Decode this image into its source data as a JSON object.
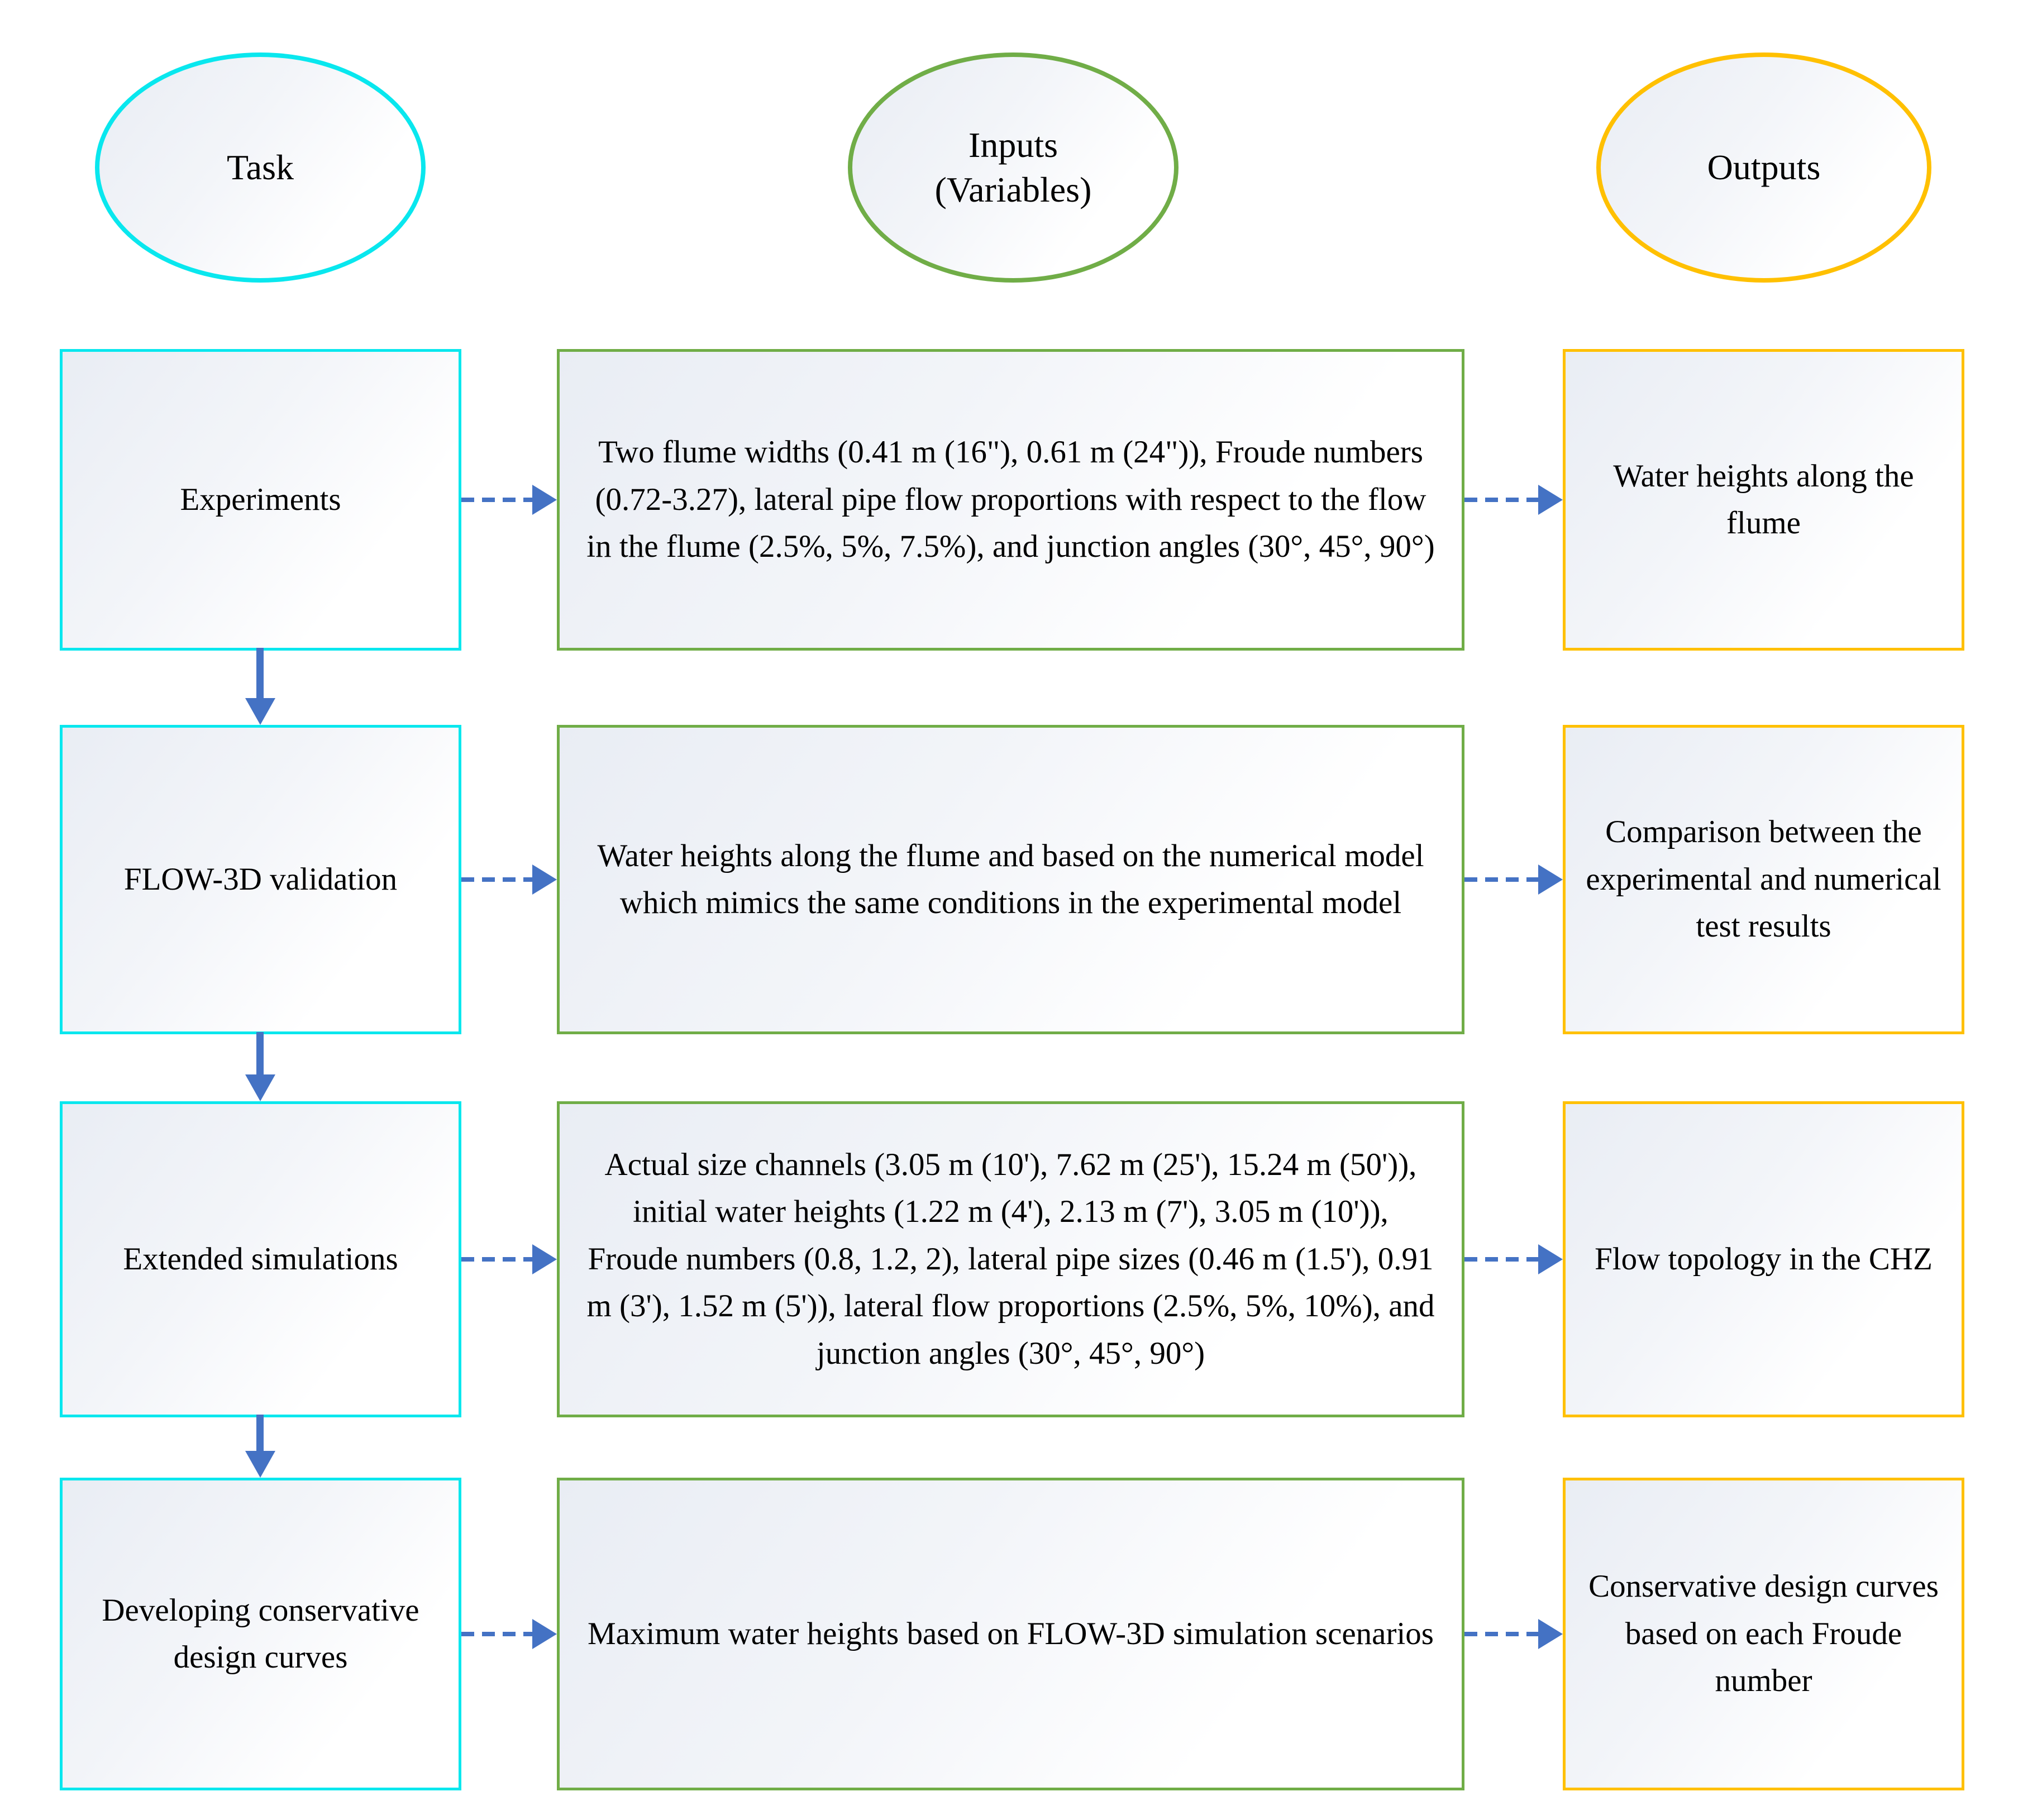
{
  "colors": {
    "task_border": "#09e7ee",
    "input_border": "#70ad47",
    "output_border": "#ffc000",
    "arrow": "#4472c4"
  },
  "headers": {
    "task": "Task",
    "inputs": "Inputs\n(Variables)",
    "outputs": "Outputs"
  },
  "rows": [
    {
      "task": "Experiments",
      "input": "Two flume widths (0.41 m (16\"), 0.61 m (24\")), Froude numbers (0.72-3.27), lateral pipe flow proportions with respect to the flow in the flume (2.5%, 5%, 7.5%), and junction angles (30°, 45°, 90°)",
      "output": "Water heights along the flume"
    },
    {
      "task": "FLOW-3D validation",
      "input": "Water heights along the flume and based on the numerical model which mimics the same conditions in the experimental model",
      "output": "Comparison between the experimental and numerical test results"
    },
    {
      "task": "Extended simulations",
      "input": "Actual size channels (3.05 m (10'), 7.62 m (25'), 15.24 m (50')), initial water heights (1.22 m (4'), 2.13 m (7'), 3.05 m (10')), Froude numbers (0.8, 1.2, 2), lateral pipe sizes (0.46 m (1.5'), 0.91 m (3'), 1.52 m (5')), lateral flow proportions (2.5%, 5%, 10%), and junction angles (30°, 45°, 90°)",
      "output": "Flow topology in the CHZ"
    },
    {
      "task": "Developing conservative design curves",
      "input": "Maximum water heights based on FLOW-3D simulation scenarios",
      "output": "Conservative design curves based on each Froude number"
    }
  ]
}
